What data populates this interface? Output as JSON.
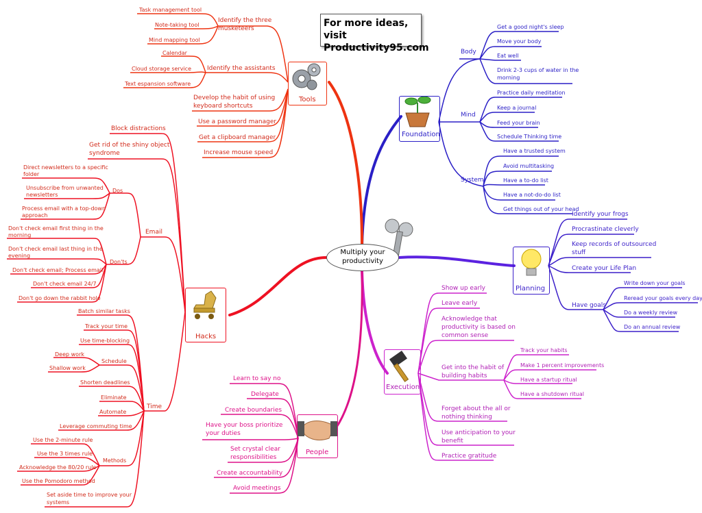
{
  "promo": {
    "line1": "For more ideas, visit",
    "line2": "Productivity95.com"
  },
  "center": {
    "line1": "Multiply your",
    "line2": "productivity"
  },
  "colors": {
    "foundation": "#2a1fc6",
    "planning": "#5b22e0",
    "execution": "#cc22cc",
    "people": "#dd1188",
    "hacks": "#ee1122",
    "tools": "#ee3311"
  },
  "foundation": {
    "label": "Foundation",
    "body": {
      "label": "Body",
      "items": [
        "Get a good night's sleep",
        "Move your body",
        "Eat well",
        "Drink 2-3 cups of water in the",
        "morning"
      ]
    },
    "mind": {
      "label": "Mind",
      "items": [
        "Practice daily meditation",
        "Keep a journal",
        "Feed your brain",
        "Schedule Thinking time"
      ]
    },
    "system": {
      "label": "System",
      "items": [
        "Have a trusted system",
        "Avoid multitasking",
        "Have a to-do list",
        "Have a not-do-do list",
        "Get things out of your head"
      ]
    }
  },
  "planning": {
    "label": "Planning",
    "items": [
      "Identify your frogs",
      "Procrastinate cleverly",
      "Keep records of outsourced",
      "stuff",
      "Create your Life Plan"
    ],
    "goals": {
      "label": "Have goals",
      "items": [
        "Write down your goals",
        "Reread your goals every day",
        "Do a weekly review",
        "Do an annual review"
      ]
    }
  },
  "execution": {
    "label": "Execution",
    "items": [
      "Show up early",
      "Leave early",
      "Acknowledge that",
      "productivity is based on",
      "common sense",
      "Forget about the all or",
      "nothing thinking",
      "Use anticipation to your",
      "benefit",
      "Practice gratitude"
    ],
    "habits": {
      "label1": "Get into the habit of",
      "label2": "building habits",
      "items": [
        "Track your habits",
        "Make 1 percent improvements",
        "Have a startup ritual",
        "Have a shutdown ritual"
      ]
    }
  },
  "people": {
    "label": "People",
    "items": [
      "Learn to say no",
      "Delegate",
      "Create boundaries",
      "Have your boss prioritize",
      "your duties",
      "Set crystal clear",
      "responsibilities",
      "Create accountability",
      "Avoid meetings"
    ]
  },
  "tools": {
    "label": "Tools",
    "musketeers": {
      "label1": "Identify the three",
      "label2": "musketeers",
      "items": [
        "Task management tool",
        "Note-taking tool",
        "Mind mapping tool"
      ]
    },
    "assistants": {
      "label": "Identify the assistants",
      "items": [
        "Calendar",
        "Cloud storage service",
        "Text espansion software"
      ]
    },
    "items": [
      "Develop the habit of using",
      "keyboard shortcuts",
      "Use a password manager",
      "Get a clipboard manager",
      "Increase mouse speed"
    ]
  },
  "hacks": {
    "label": "Hacks",
    "items": [
      "Block distractions",
      "Get rid of the shiny object",
      "syndrome"
    ],
    "email": {
      "label": "Email",
      "dos": {
        "label": "Dos",
        "items": [
          "Direct newsletters to a specific",
          "folder",
          "Unsubscribe from unwanted",
          "newsletters",
          "Process email with a top-down",
          "approach"
        ]
      },
      "donts": {
        "label": "Don'ts",
        "items": [
          "Don't check email first thing in the",
          "morning",
          "Don't check email last thing in the",
          "evening",
          "Don't check email; Process email",
          "Don't check email 24/7",
          "Don't go down the rabbit hole"
        ]
      }
    },
    "time": {
      "label": "Time",
      "items": [
        "Batch similar tasks",
        "Track your time",
        "Use time-blocking",
        "Shorten deadlines",
        "Eliminate",
        "Automate",
        "Leverage commuting time",
        "Set aside time to improve your",
        "systems"
      ],
      "schedule": {
        "label": "Schedule",
        "items": [
          "Deep work",
          "Shallow work"
        ]
      },
      "methods": {
        "label": "Methods",
        "items": [
          "Use the 2-minute rule",
          "Use the 3 times rule",
          "Acknowledge the 80/20 rule",
          "Use the Pomodoro method"
        ]
      }
    }
  }
}
